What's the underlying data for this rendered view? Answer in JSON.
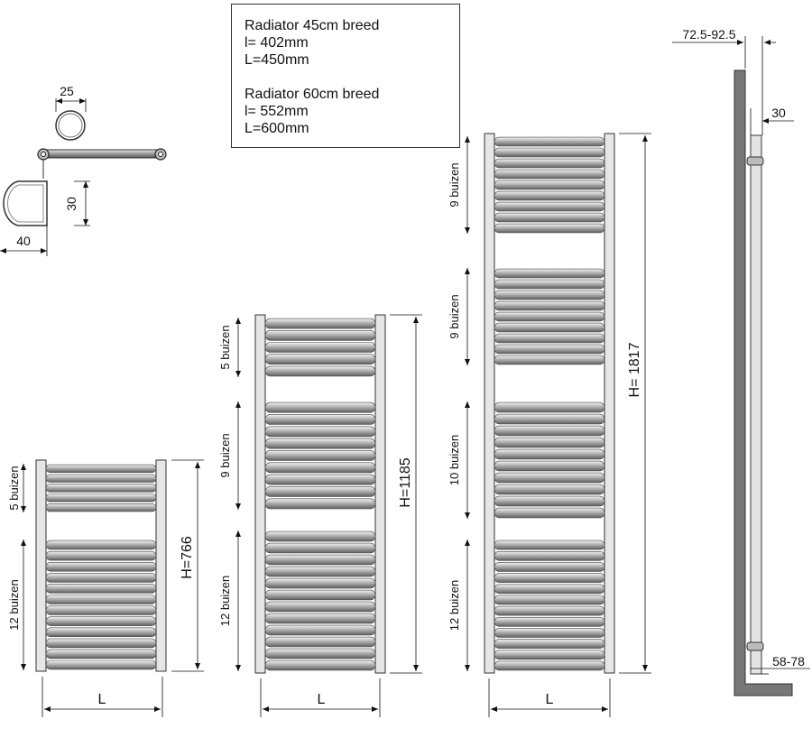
{
  "info_box": {
    "lines_45": [
      "Radiator 45cm breed",
      "l= 402mm",
      "L=450mm"
    ],
    "lines_60": [
      "Radiator 60cm breed",
      "l= 552mm",
      "L=600mm"
    ]
  },
  "detail": {
    "dim_25": "25",
    "dim_30": "30",
    "dim_40": "40"
  },
  "radiator_small": {
    "height_label": "H=766",
    "width_label": "L",
    "groups": [
      "5 buizen",
      "12 buizen"
    ]
  },
  "radiator_medium": {
    "height_label": "H=1185",
    "width_label": "L",
    "groups": [
      "5 buizen",
      "9 buizen",
      "12 buizen"
    ]
  },
  "radiator_large": {
    "height_label": "H= 1817",
    "width_label": "L",
    "groups": [
      "9 buizen",
      "9 buizen",
      "10 buizen",
      "12 buizen"
    ]
  },
  "side_view": {
    "dim_top": "72.5-92.5",
    "dim_30": "30",
    "dim_bottom": "58-78"
  }
}
